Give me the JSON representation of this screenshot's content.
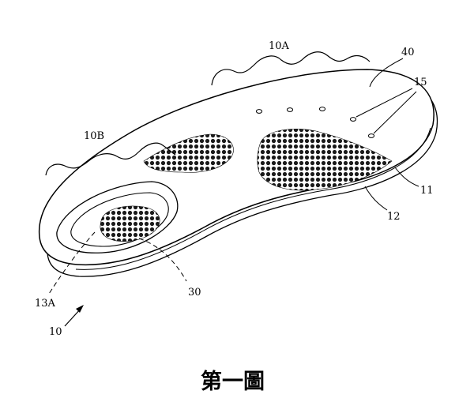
{
  "labels": {
    "region_forefoot": "10A",
    "region_heel": "10B",
    "top_layer": "40",
    "holes": "15",
    "layer_upper": "11",
    "layer_lower": "12",
    "heel_recess": "13A",
    "heel_pad": "30",
    "insole": "10"
  },
  "caption": "第一圖"
}
